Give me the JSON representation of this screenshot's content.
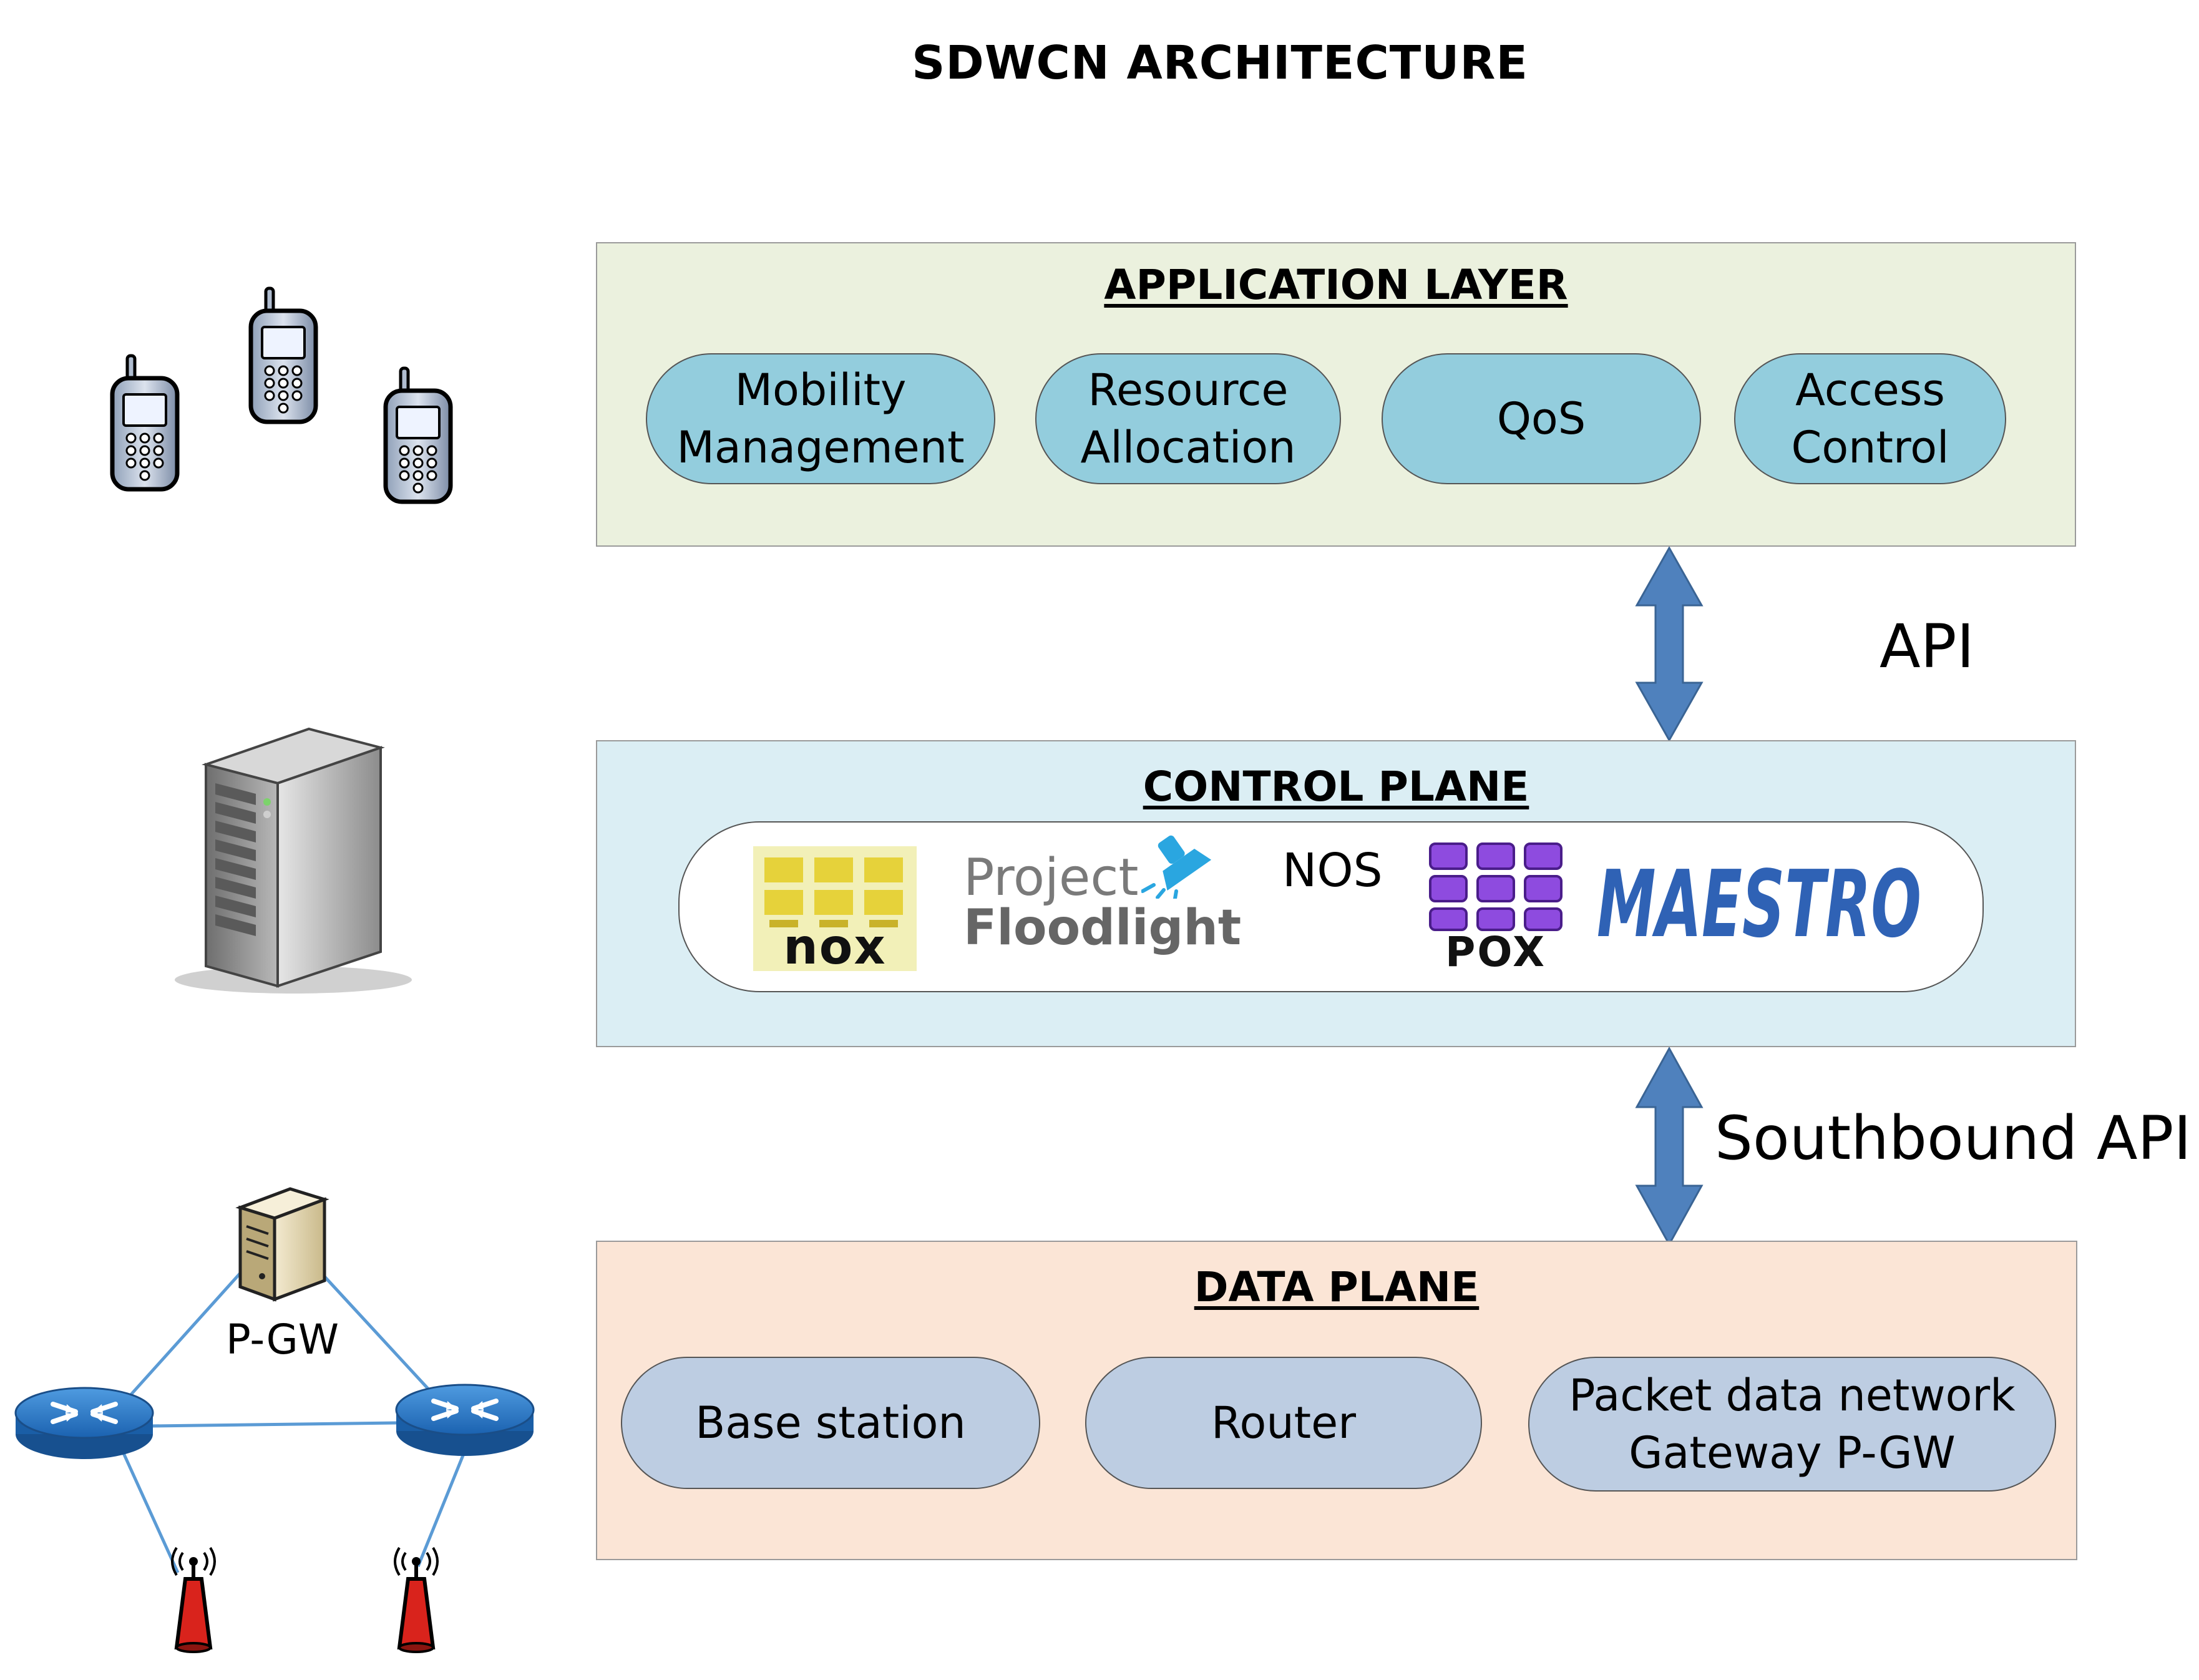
{
  "title": "SDWCN ARCHITECTURE",
  "application_layer": {
    "title": "APPLICATION LAYER",
    "items": [
      {
        "label": "Mobility\nManagement"
      },
      {
        "label": "Resource\nAllocation"
      },
      {
        "label": "QoS"
      },
      {
        "label": "Access\nControl"
      }
    ]
  },
  "api_label": "API",
  "control_plane": {
    "title": "CONTROL PLANE",
    "nos_label": "NOS",
    "logos": {
      "nox": "nox",
      "floodlight_top": "Project",
      "floodlight_bottom": "Floodlight",
      "pox": "POX",
      "maestro": "MAESTRO"
    }
  },
  "southbound_label": "Southbound API",
  "data_plane": {
    "title": "DATA PLANE",
    "items": [
      {
        "label": "Base station"
      },
      {
        "label": "Router"
      },
      {
        "label": "Packet data network\nGateway P-GW"
      }
    ]
  },
  "network": {
    "pgw_label": "P-GW"
  },
  "colors": {
    "application_bg": "#ebf1de",
    "control_bg": "#dbeef4",
    "data_bg": "#fbe5d6",
    "app_pill": "#93cddd",
    "data_pill": "#bdcde2",
    "arrow": "#4f81bd",
    "router": "#1f6fc0",
    "antenna": "#d9231c",
    "link": "#5b9bd5"
  },
  "icons": [
    "mobile-phone-icon",
    "server-tower-icon",
    "pgw-server-icon",
    "router-icon",
    "antenna-icon",
    "double-arrow-icon"
  ]
}
